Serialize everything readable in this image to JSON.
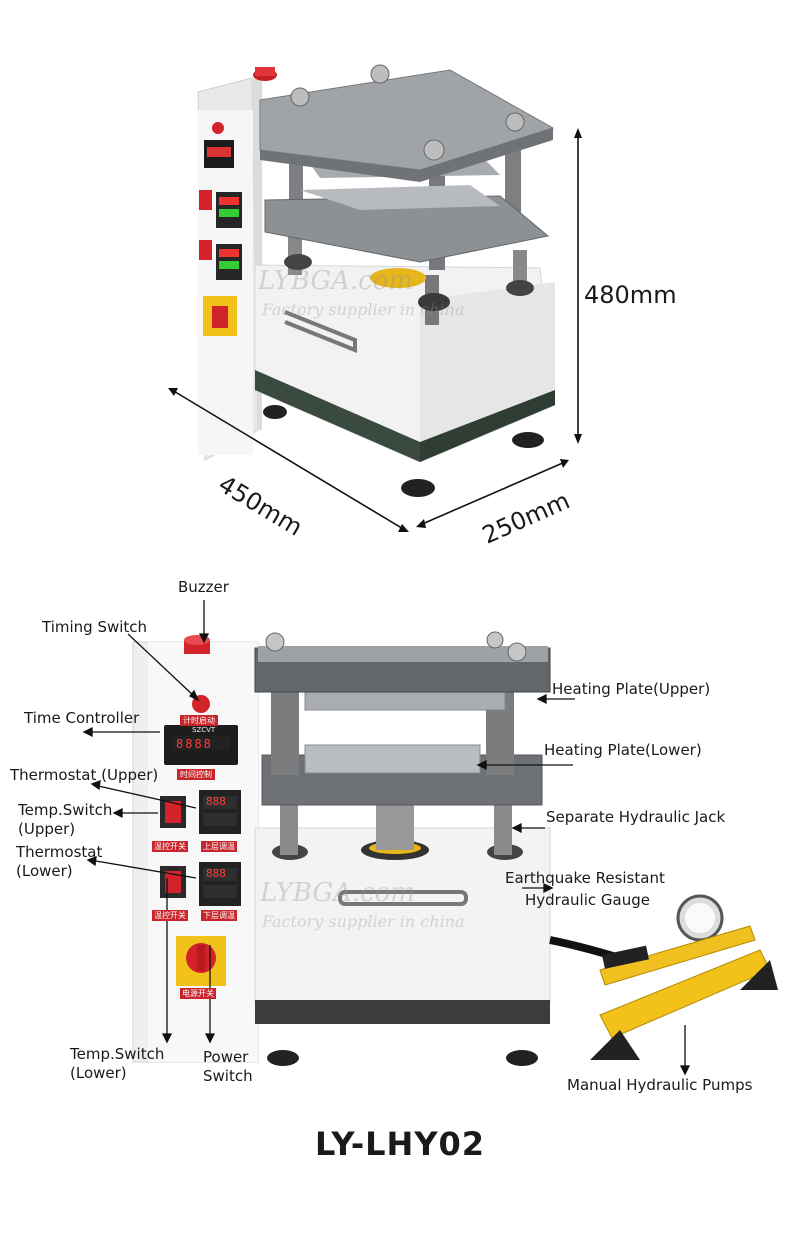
{
  "dimensions": {
    "height": "480mm",
    "width": "450mm",
    "depth": "250mm"
  },
  "top_panel_text": {
    "time_ctrl": "时间控制",
    "upper_adjust": "上层调温",
    "lower_adjust": "下层调温",
    "power": "电源开关",
    "timing_start": "计时启动"
  },
  "watermark": {
    "brand": "LYBGA.com",
    "tagline": "Factory supplier in china"
  },
  "labels": {
    "buzzer": "Buzzer",
    "timing_switch": "Timing Switch",
    "time_controller": "Time Controller",
    "thermostat_upper": "Thermostat (Upper)",
    "temp_switch_upper_1": "Temp.Switch",
    "temp_switch_upper_2": "(Upper)",
    "thermostat_lower_1": "Thermostat",
    "thermostat_lower_2": "(Lower)",
    "temp_switch_lower_1": "Temp.Switch",
    "temp_switch_lower_2": "(Lower)",
    "power_switch_1": "Power",
    "power_switch_2": "Switch",
    "heating_plate_upper": "Heating Plate(Upper)",
    "heating_plate_lower": "Heating Plate(Lower)",
    "separate_jack": "Separate Hydraulic Jack",
    "gauge_1": "Earthquake Resistant",
    "gauge_2": "Hydraulic Gauge",
    "pumps": "Manual Hydraulic Pumps"
  },
  "panel": {
    "timer_label": "SZCVT",
    "timer_digits": "8888",
    "thermo_digits": "888",
    "time_ctrl": "时间控制",
    "temp_ctrl": "温控开关",
    "upper_adjust": "上层调温",
    "lower_adjust": "下层调温",
    "power": "电源开关",
    "timing_start": "计时启动"
  },
  "model": "LY-LHY02",
  "colors": {
    "body": "#f4f4f4",
    "steel": "#9a9ea2",
    "dark_steel": "#5a5e62",
    "red": "#d2222a",
    "yellow": "#f2c21a",
    "base_band": "#3a4a40"
  }
}
